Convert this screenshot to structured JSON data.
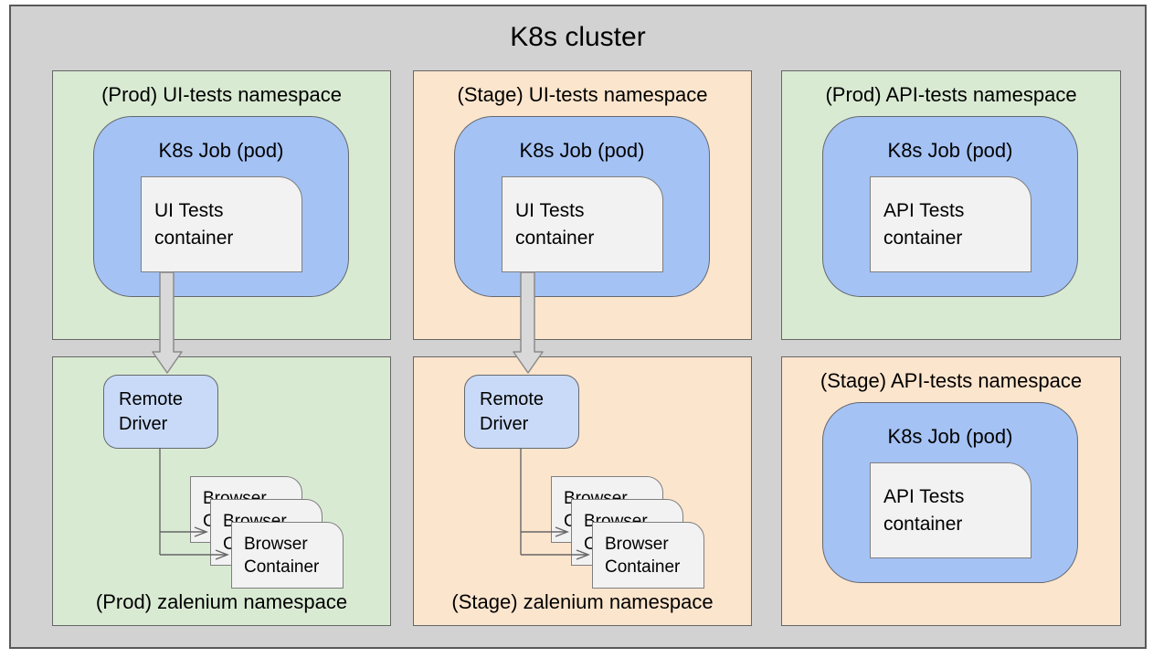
{
  "title": "K8s cluster",
  "panels": {
    "prod_ui": {
      "label": "(Prod) UI-tests namespace",
      "job_label": "K8s Job (pod)",
      "container_lines": [
        "UI Tests",
        "container"
      ]
    },
    "stage_ui": {
      "label": "(Stage) UI-tests namespace",
      "job_label": "K8s Job (pod)",
      "container_lines": [
        "UI Tests",
        "container"
      ]
    },
    "prod_api": {
      "label": "(Prod) API-tests namespace",
      "job_label": "K8s Job (pod)",
      "container_lines": [
        "API Tests",
        "container"
      ]
    },
    "prod_zalenium": {
      "label": "(Prod) zalenium namespace",
      "remote_driver_lines": [
        "Remote",
        "Driver"
      ],
      "browser_container_lines": [
        "Browser",
        "Container"
      ],
      "browser_container_count": 3
    },
    "stage_zalenium": {
      "label": "(Stage) zalenium namespace",
      "remote_driver_lines": [
        "Remote",
        "Driver"
      ],
      "browser_container_lines": [
        "Browser",
        "Container"
      ],
      "browser_container_count": 3
    },
    "stage_api": {
      "label": "(Stage) API-tests namespace",
      "job_label": "K8s Job (pod)",
      "container_lines": [
        "API Tests",
        "container"
      ]
    }
  },
  "colors": {
    "cluster_bg": "#d2d2d2",
    "prod_namespace_bg": "#d9ead3",
    "stage_namespace_bg": "#fce5cd",
    "k8s_job_bg": "#a4c2f4",
    "remote_driver_bg": "#c9daf8",
    "container_bg": "#f2f2f2",
    "arrow_fill": "#d9d9d9"
  }
}
